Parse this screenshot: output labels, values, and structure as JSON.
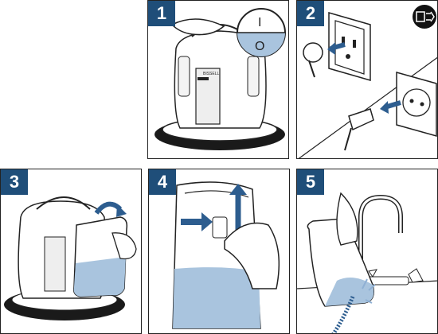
{
  "steps": [
    {
      "number": "1"
    },
    {
      "number": "2"
    },
    {
      "number": "3"
    },
    {
      "number": "4"
    },
    {
      "number": "5"
    }
  ],
  "labels": {
    "brand": "BISSELL",
    "switch_on": "I",
    "switch_off": "O"
  },
  "icons": {
    "step1": "power-switch-off-icon",
    "step2": "unplug-icon",
    "step3": "remove-tank-icon",
    "step4": "release-tank-icon",
    "step5": "empty-tank-sink-icon"
  },
  "colors": {
    "badge": "#1f4e79",
    "water": "#a9c4de",
    "arrow": "#2d5d8f",
    "outline": "#222222"
  }
}
